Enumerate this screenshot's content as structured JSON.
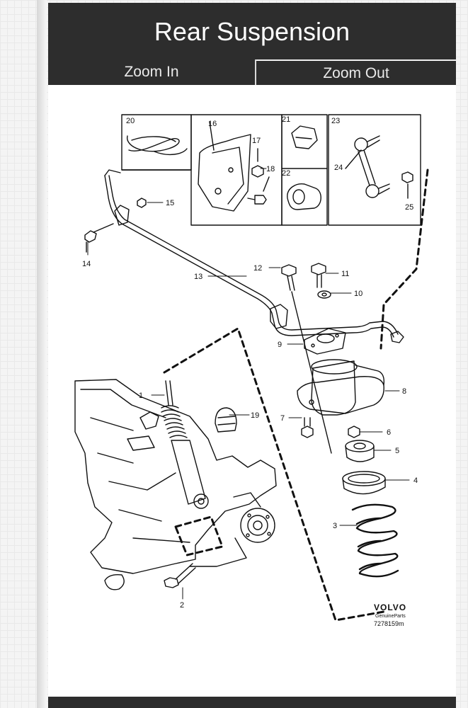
{
  "header": {
    "title": "Rear Suspension"
  },
  "tabs": {
    "zoom_in": "Zoom In",
    "zoom_out": "Zoom Out"
  },
  "diagram": {
    "callouts": [
      "1",
      "2",
      "3",
      "4",
      "5",
      "6",
      "7",
      "8",
      "9",
      "10",
      "11",
      "12",
      "13",
      "14",
      "15",
      "16",
      "17",
      "18",
      "19",
      "20",
      "21",
      "22",
      "23",
      "24",
      "25"
    ],
    "brand": "VOLVO",
    "brand_sub": "GenuineParts",
    "drawing_number": "7278159m"
  }
}
